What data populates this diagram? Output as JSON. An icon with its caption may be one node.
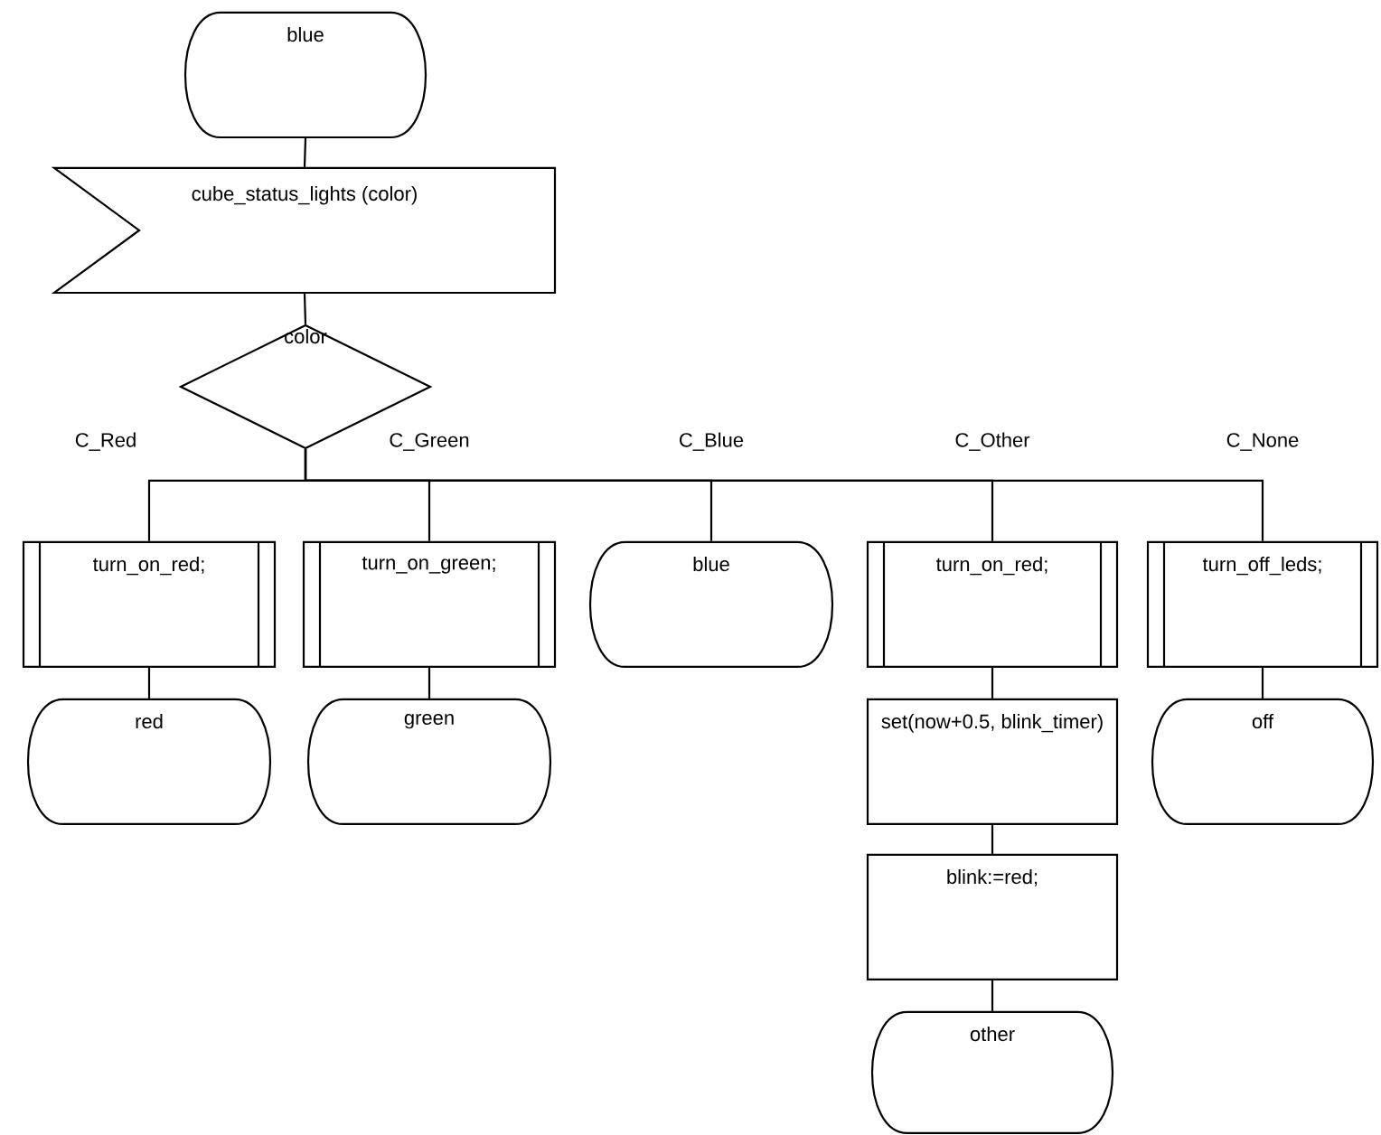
{
  "diagram": {
    "nodes": [
      {
        "text": [
          "blue"
        ]
      },
      {
        "text": [
          "cube_status_lights (color)"
        ]
      },
      {
        "text": [
          "color"
        ]
      },
      {
        "text": [
          "turn_on_red;"
        ]
      },
      {
        "text": [
          "turn_on_green;"
        ]
      },
      {
        "text": [
          "blue"
        ]
      },
      {
        "text": [
          "turn_on_red;"
        ]
      },
      {
        "text": [
          "turn_off_leds;"
        ]
      },
      {
        "text": [
          "red"
        ]
      },
      {
        "text": [
          "green"
        ]
      },
      {
        "text": [
          "set(now+0.5, blink_timer)"
        ]
      },
      {
        "text": [
          "off"
        ]
      },
      {
        "text": [
          "blink:=red;"
        ]
      },
      {
        "text": [
          "other"
        ]
      }
    ],
    "edges": [
      {
        "from": 0,
        "to": 1,
        "arrow": "none"
      },
      {
        "from": 1,
        "to": 2,
        "arrow": "none"
      },
      {
        "from": 2,
        "to": 3,
        "arrow": "none",
        "label": "C_Red"
      },
      {
        "from": 2,
        "to": 4,
        "arrow": "none",
        "label": "C_Green"
      },
      {
        "from": 2,
        "to": 5,
        "arrow": "none",
        "label": "C_Blue"
      },
      {
        "from": 2,
        "to": 6,
        "arrow": "none",
        "label": "C_Other"
      },
      {
        "from": 2,
        "to": 7,
        "arrow": "none",
        "label": "C_None"
      },
      {
        "from": 3,
        "to": 8,
        "arrow": "none"
      },
      {
        "from": 4,
        "to": 9,
        "arrow": "none"
      },
      {
        "from": 6,
        "to": 10,
        "arrow": "none"
      },
      {
        "from": 7,
        "to": 11,
        "arrow": "none"
      },
      {
        "from": 10,
        "to": 12,
        "arrow": "none"
      },
      {
        "from": 12,
        "to": 13,
        "arrow": "none"
      }
    ]
  }
}
